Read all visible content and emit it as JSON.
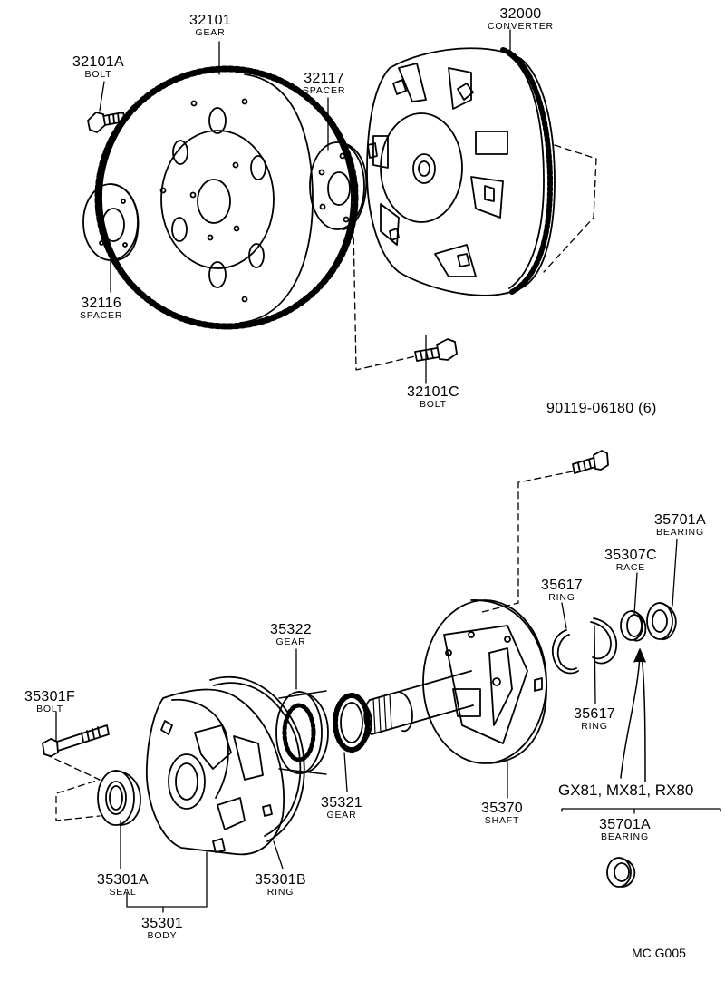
{
  "labels": [
    {
      "key": "p32101",
      "number": "32101",
      "name": "GEAR"
    },
    {
      "key": "p32000",
      "number": "32000",
      "name": "CONVERTER"
    },
    {
      "key": "p32101A",
      "number": "32101A",
      "name": "BOLT"
    },
    {
      "key": "p32117",
      "number": "32117",
      "name": "SPACER"
    },
    {
      "key": "p32116",
      "number": "32116",
      "name": "SPACER"
    },
    {
      "key": "p32101C",
      "number": "32101C",
      "name": "BOLT"
    },
    {
      "key": "p90119",
      "number": "90119-06180 (6)",
      "name": ""
    },
    {
      "key": "p35701A",
      "number": "35701A",
      "name": "BEARING"
    },
    {
      "key": "p35307C",
      "number": "35307C",
      "name": "RACE"
    },
    {
      "key": "p35617a",
      "number": "35617",
      "name": "RING"
    },
    {
      "key": "p35322",
      "number": "35322",
      "name": "GEAR"
    },
    {
      "key": "p35301F",
      "number": "35301F",
      "name": "BOLT"
    },
    {
      "key": "p35617b",
      "number": "35617",
      "name": "RING"
    },
    {
      "key": "p35321",
      "number": "35321",
      "name": "GEAR"
    },
    {
      "key": "p35370",
      "number": "35370",
      "name": "SHAFT"
    },
    {
      "key": "p35301A",
      "number": "35301A",
      "name": "SEAL"
    },
    {
      "key": "p35301B",
      "number": "35301B",
      "name": "RING"
    },
    {
      "key": "p35301",
      "number": "35301",
      "name": "BODY"
    },
    {
      "key": "p35701A2",
      "number": "35701A",
      "name": "BEARING"
    }
  ],
  "model_note": "GX81, MX81, RX80",
  "figure_code": "MC G005"
}
